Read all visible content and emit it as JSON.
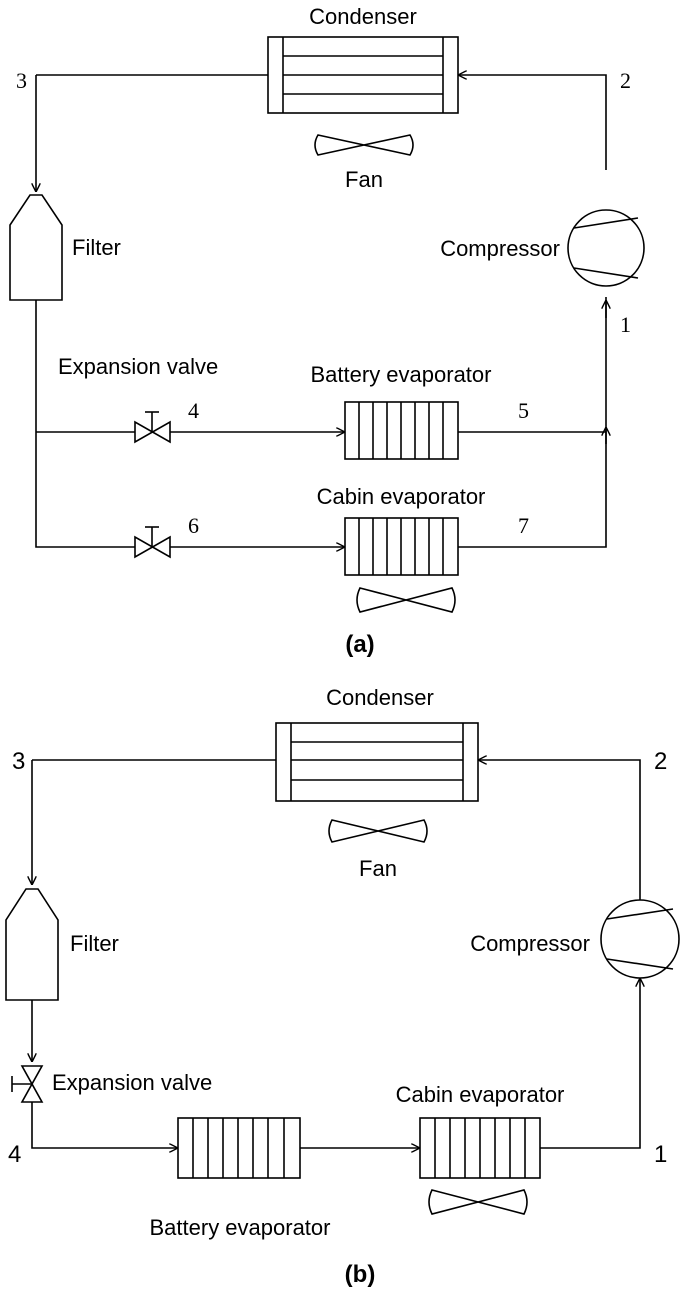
{
  "panel_a": {
    "caption": "(a)",
    "condenser": "Condenser",
    "fan": "Fan",
    "filter": "Filter",
    "compressor": "Compressor",
    "expansion_valve": "Expansion valve",
    "battery_evaporator": "Battery evaporator",
    "cabin_evaporator": "Cabin evaporator",
    "points": [
      "1",
      "2",
      "3",
      "4",
      "5",
      "6",
      "7"
    ]
  },
  "panel_b": {
    "caption": "(b)",
    "condenser": "Condenser",
    "fan": "Fan",
    "filter": "Filter",
    "compressor": "Compressor",
    "expansion_valve": "Expansion valve",
    "battery_evaporator": "Battery evaporator",
    "cabin_evaporator": "Cabin evaporator",
    "points": [
      "1",
      "2",
      "3",
      "4"
    ]
  }
}
